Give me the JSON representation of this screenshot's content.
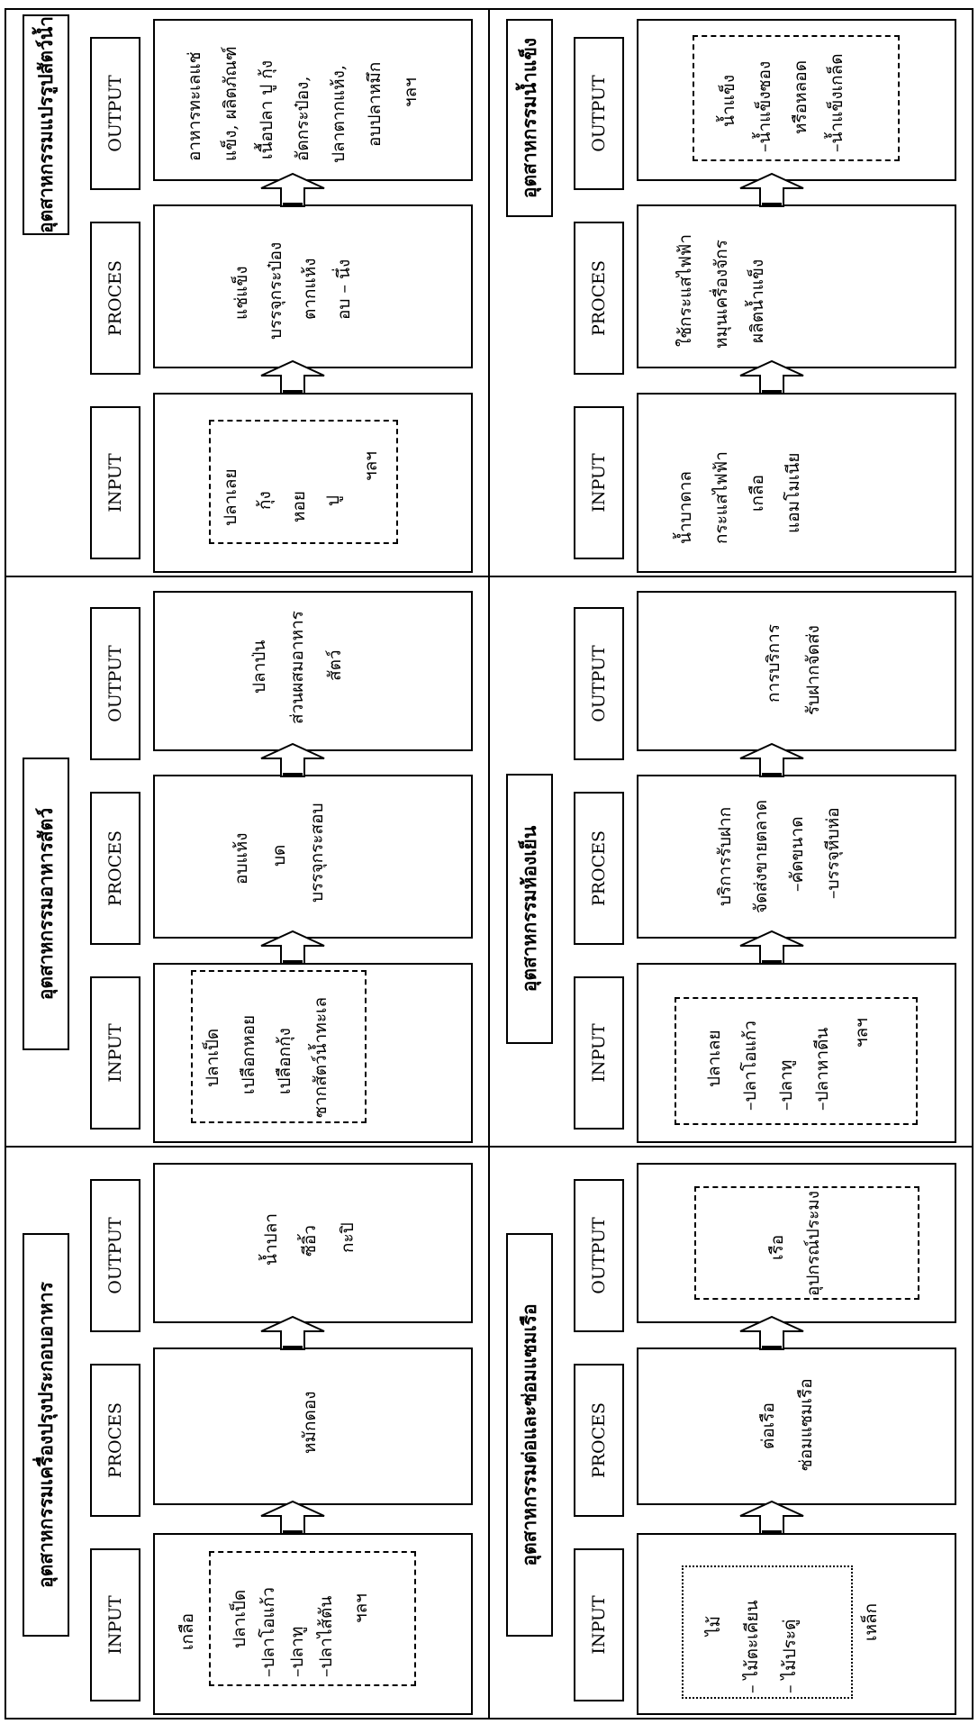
{
  "headers": {
    "input": "INPUT",
    "process": "PROCES",
    "output": "OUTPUT"
  },
  "panels": [
    {
      "title": "อุตสาหกรรมเครื่องปรุงประกอบอาหาร",
      "input": [
        "เกลือ",
        "ปลาเป็ด",
        "–ปลาโอแก้ว",
        "–ปลาทู",
        "–ปลาไส้ตัน",
        "ฯลฯ"
      ],
      "process": [
        "หมักดอง"
      ],
      "output": [
        "น้ำปลา",
        "ซีอิ้ว",
        "กะปิ"
      ]
    },
    {
      "title": "อุตสาหกรรมอาหารสัตว์",
      "input": [
        "ปลาเป็ด",
        "เปลือกหอย",
        "เปลือกกุ้ง",
        "ซากสัตว์น้ำทะเล"
      ],
      "process": [
        "อบแห้ง",
        "บด",
        "บรรจุกระสอบ"
      ],
      "output": [
        "ปลาป่น",
        "ส่วนผสมอาหาร",
        "สัตว์"
      ]
    },
    {
      "title": "อุตสาหกรรมแปรรูปสัตว์น้ำ",
      "input": [
        "ปลาเลย",
        "กุ้ง",
        "หอย",
        "ปู",
        "ฯลฯ"
      ],
      "process": [
        "แช่แข็ง",
        "บรรจุกระป๋อง",
        "ตากแห้ง",
        "อบ – นึ่ง"
      ],
      "output": [
        "อาหารทะเลแช่",
        "แข็ง, ผลิตภัณฑ์",
        "เนื้อปลา ปู กุ้ง",
        "อัดกระป๋อง,",
        "ปลาตากแห้ง,",
        "อบปลาหมึก",
        "ฯลฯ"
      ]
    },
    {
      "title": "อุตสาหกรรมต่อและซ่อมแซมเรือ",
      "input": [
        "ไม้",
        "– ไม้ตะเคียน",
        "– ไม้ประดู่",
        "เหล็ก"
      ],
      "process": [
        "ต่อเรือ",
        "ซ่อมแซมเรือ"
      ],
      "output": [
        "เรือ",
        "อุปกรณ์ประมง"
      ]
    },
    {
      "title": "อุตสาหกรรมห้องเย็น",
      "input": [
        "ปลาเลย",
        "–ปลาโอแก้ว",
        "–ปลาทู",
        "–ปลาหาดีน",
        "ฯลฯ"
      ],
      "process": [
        "บริการรับฝาก",
        "จัดส่งขายตลาด",
        "–คัดขนาด",
        "–บรรจุหีบห่อ"
      ],
      "output": [
        "การบริการ",
        "รับฝากจัดส่ง"
      ]
    },
    {
      "title": "อุตสาหกรรมน้ำแข็ง",
      "input": [
        "น้ำบาดาล",
        "กระแสไฟฟ้า",
        "เกลือ",
        "แอมโมเนีย"
      ],
      "process": [
        "ใช้กระแสไฟฟ้า",
        "หมุนเครื่องจักร",
        "ผลิตน้ำแข็ง"
      ],
      "output": [
        "น้ำแข็ง",
        "–น้ำแข็งซอง",
        "หรือหลอด",
        "–น้ำแข็งเกล็ด"
      ]
    }
  ]
}
